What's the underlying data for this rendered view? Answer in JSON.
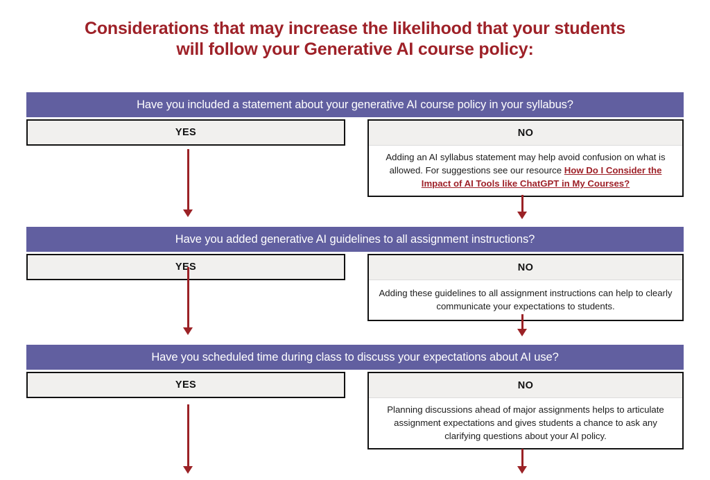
{
  "title": {
    "line1": "Considerations that may increase the likelihood that your students",
    "line2": "will follow your Generative AI course policy:",
    "color": "#9e2128"
  },
  "theme": {
    "question_bar_color": "#615fa0",
    "arrow_color": "#9b2226",
    "box_border_color": "#111111",
    "box_fill_color": "#f1f0ee",
    "link_color": "#9e2128"
  },
  "sections": [
    {
      "question": "Have you included a statement about your generative AI course policy in your syllabus?",
      "yes_label": "YES",
      "no_label": "NO",
      "no_text_before": "Adding an AI syllabus statement may help avoid confusion on what is allowed. For suggestions see our resource ",
      "no_link_text": "How Do I Consider the Impact of AI Tools like ChatGPT in My Courses?",
      "no_text_after": ""
    },
    {
      "question": "Have you added generative AI guidelines to all assignment instructions?",
      "yes_label": "YES",
      "no_label": "NO",
      "no_text_before": "Adding these guidelines to all assignment instructions can help to clearly communicate your expectations to students.",
      "no_link_text": "",
      "no_text_after": ""
    },
    {
      "question": "Have you scheduled time during class to discuss your expectations about AI use?",
      "yes_label": "YES",
      "no_label": "NO",
      "no_text_before": "Planning discussions ahead of major assignments helps to articulate assignment expectations and gives students a chance to ask any clarifying questions about your AI policy.",
      "no_link_text": "",
      "no_text_after": ""
    }
  ]
}
